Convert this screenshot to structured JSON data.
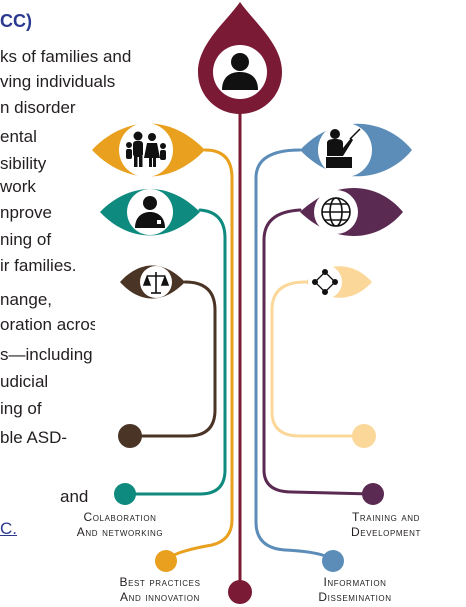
{
  "text_fragments": {
    "title": "CC)",
    "lines": [
      "ks of families and",
      "ving individuals",
      "n disorder",
      "ental",
      "sibility",
      "work",
      "nprove",
      "ning of",
      "ir families.",
      "nange,",
      "oration across",
      "s—including",
      "udicial",
      "ing of",
      "ble ASD-",
      "and"
    ],
    "link": "C."
  },
  "categories": [
    {
      "line1": "Colaboration",
      "line2": "and Networking",
      "color": "#0f8a7e"
    },
    {
      "line1": "Training and",
      "line2": "Development",
      "color": "#5b2a52"
    },
    {
      "line1": "Best Practices",
      "line2": "and Innovation",
      "color": "#e8a01e"
    },
    {
      "line1": "Information",
      "line2": "Dissemination",
      "color": "#5b8db8"
    }
  ],
  "icons": [
    {
      "name": "person-icon",
      "color": "#7a1a35"
    },
    {
      "name": "family-icon",
      "color": "#e8a01e"
    },
    {
      "name": "teacher-icon",
      "color": "#5b8db8"
    },
    {
      "name": "doctor-icon",
      "color": "#0f8a7e"
    },
    {
      "name": "globe-icon",
      "color": "#5b2a52"
    },
    {
      "name": "scales-icon",
      "color": "#4a3425"
    },
    {
      "name": "network-icon",
      "color": "#fcd79a"
    }
  ]
}
